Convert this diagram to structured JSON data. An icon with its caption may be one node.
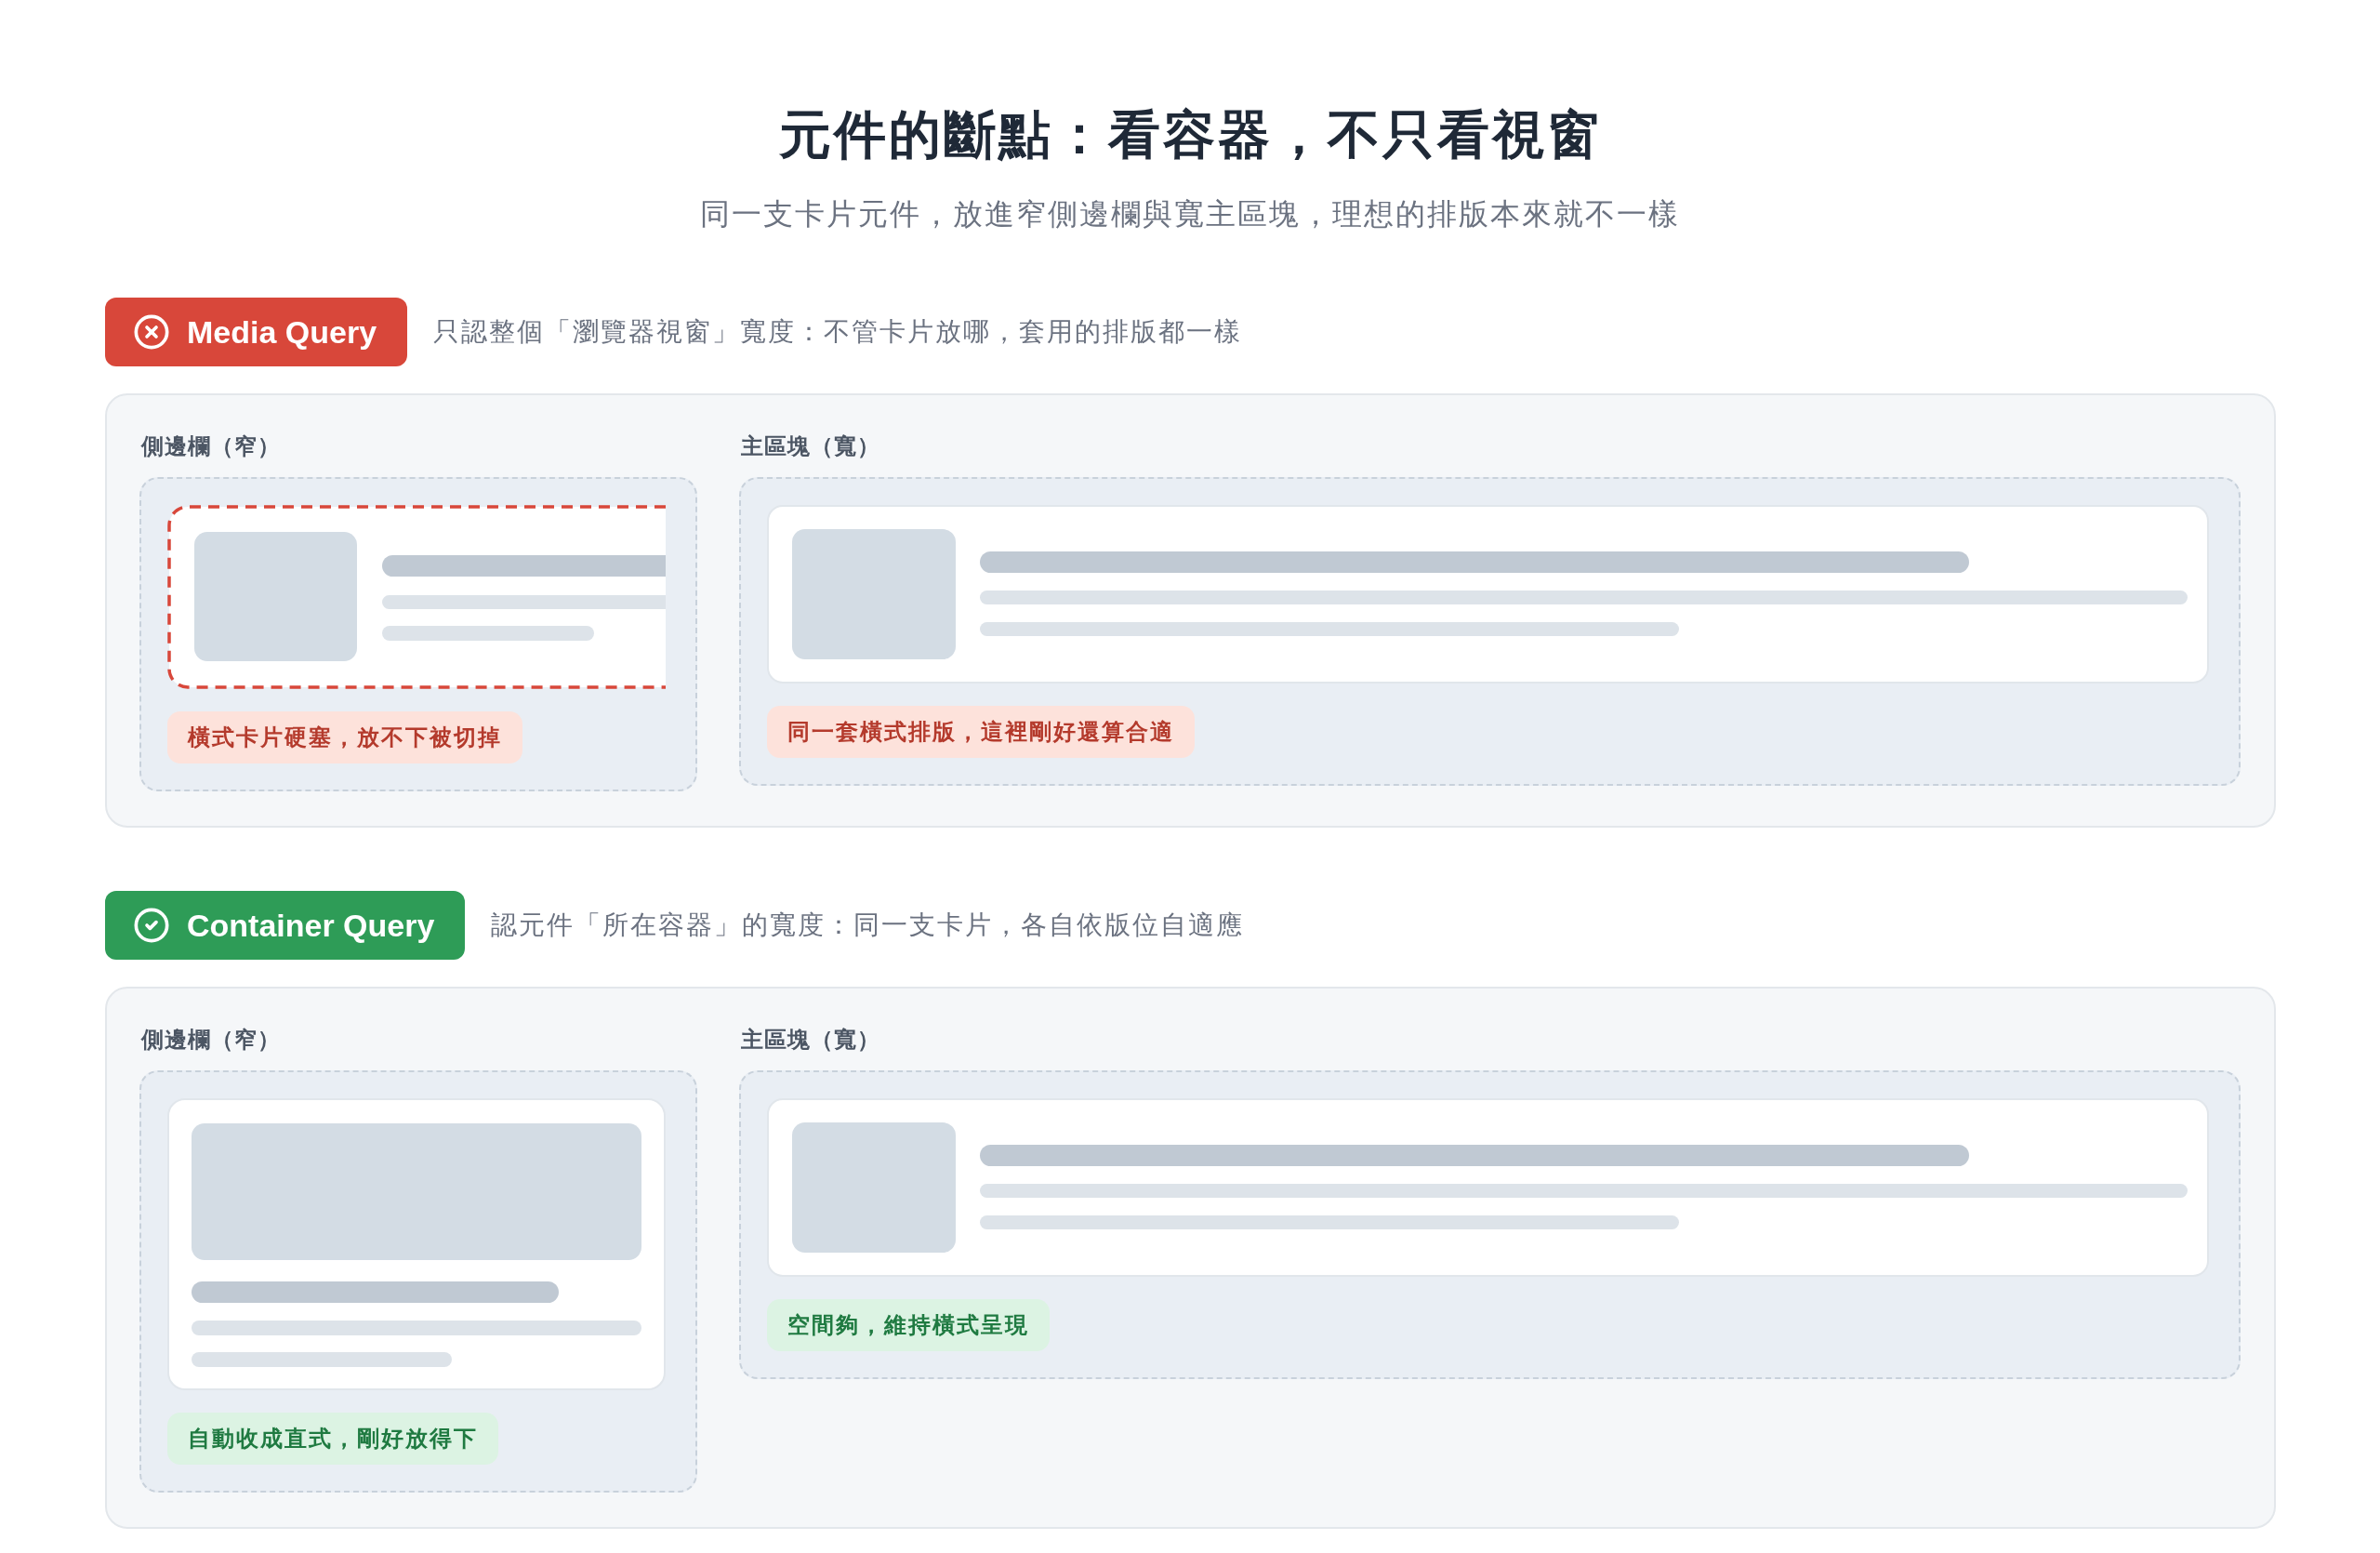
{
  "diagram": {
    "title": "元件的斷點：看容器，不只看視窗",
    "nodes": [
      {
        "text": [
          "Media Query"
        ],
        "beside": [
          "只認整個「瀏覽器視窗」寬度：不管卡片放哪，套用的排版都一樣"
        ]
      },
      {
        "text": [],
        "shape": "box"
      },
      {
        "text": [
          "側邊欄（窄）"
        ],
        "in": 1
      },
      {
        "text": [],
        "shape": "picture",
        "in": 2
      },
      {
        "text": [
          "橫式卡片硬塞，放不下被切掉"
        ],
        "in": 2
      },
      {
        "text": [
          "主區塊（寬）"
        ],
        "in": 1
      },
      {
        "text": [],
        "shape": "picture",
        "in": 5
      },
      {
        "text": [
          "同一套橫式排版，這裡剛好還算合適"
        ],
        "in": 5
      },
      {
        "text": [
          "Container Query"
        ],
        "beside": [
          "認元件「所在容器」的寬度：同一支卡片，各自依版位自適應"
        ]
      },
      {
        "text": [],
        "shape": "box"
      },
      {
        "text": [
          "側邊欄（窄）"
        ],
        "in": 9
      },
      {
        "text": [],
        "shape": "picture",
        "in": 10
      },
      {
        "text": [
          "自動收成直式，剛好放得下"
        ],
        "in": 10
      },
      {
        "text": [
          "主區塊（寬）"
        ],
        "in": 9
      },
      {
        "text": [],
        "shape": "picture",
        "in": 13
      },
      {
        "text": [
          "空間夠，維持橫式呈現"
        ],
        "in": 13
      }
    ],
    "labels": [
      "同一支卡片元件，放進窄側邊欄與寬主區塊，理想的排版本來就不一樣"
    ]
  }
}
